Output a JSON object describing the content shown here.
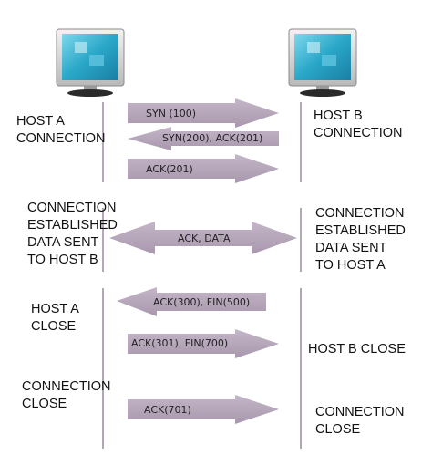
{
  "left_labels": {
    "host_a_connection": [
      "HOST A",
      "CONNECTION"
    ],
    "connection_established": [
      "CONNECTION",
      "ESTABLISHED",
      "DATA SENT",
      "TO HOST B"
    ],
    "host_a_close": [
      "HOST A",
      "CLOSE"
    ],
    "connection_close": [
      "CONNECTION",
      "CLOSE"
    ]
  },
  "right_labels": {
    "host_b_connection": [
      "HOST B",
      "CONNECTION"
    ],
    "connection_established": [
      "CONNECTION",
      "ESTABLISHED",
      "DATA SENT",
      "TO HOST A"
    ],
    "host_b_close": [
      "HOST B CLOSE"
    ],
    "connection_close": [
      "CONNECTION",
      "CLOSE"
    ]
  },
  "messages": [
    "SYN (100)",
    "SYN(200), ACK(201)",
    "ACK(201)",
    "ACK, DATA",
    "ACK(300), FIN(500)",
    "ACK(301), FIN(700)",
    "ACK(701)"
  ],
  "colors": {
    "arrow": "#b3a1b7",
    "timeline": "#9a8a9e",
    "screen": "#2aa7c8"
  },
  "icons": [
    "computer-monitor-icon",
    "computer-monitor-icon"
  ]
}
